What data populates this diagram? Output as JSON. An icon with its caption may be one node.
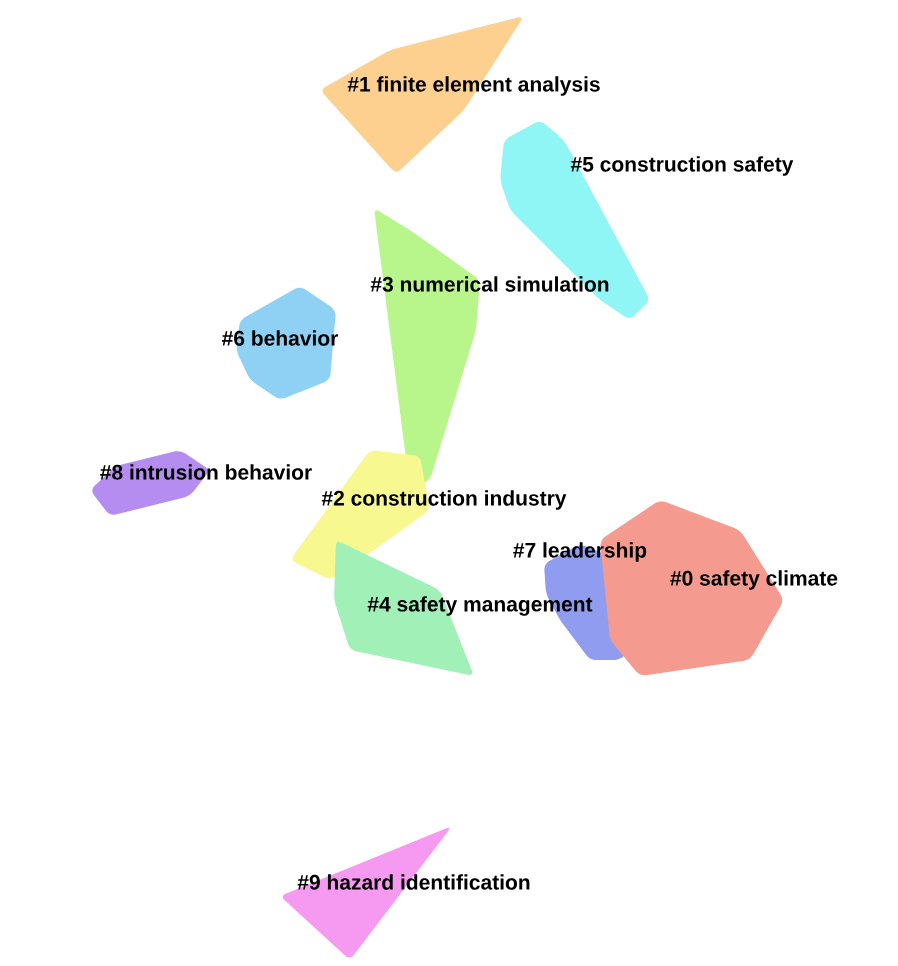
{
  "diagram": {
    "nodes": [
      {
        "text": [
          "#1 finite element analysis"
        ]
      },
      {
        "text": [
          "#5 construction safety"
        ]
      },
      {
        "text": [
          "#3 numerical simulation"
        ]
      },
      {
        "text": [
          "#6 behavior"
        ]
      },
      {
        "text": [
          "#8 intrusion behavior"
        ]
      },
      {
        "text": [
          "#2 construction industry"
        ]
      },
      {
        "text": [
          "#7 leadership"
        ]
      },
      {
        "text": [
          "#0 safety climate"
        ]
      },
      {
        "text": [
          "#4 safety management"
        ]
      },
      {
        "text": [
          "#9 hazard identification"
        ]
      }
    ]
  }
}
